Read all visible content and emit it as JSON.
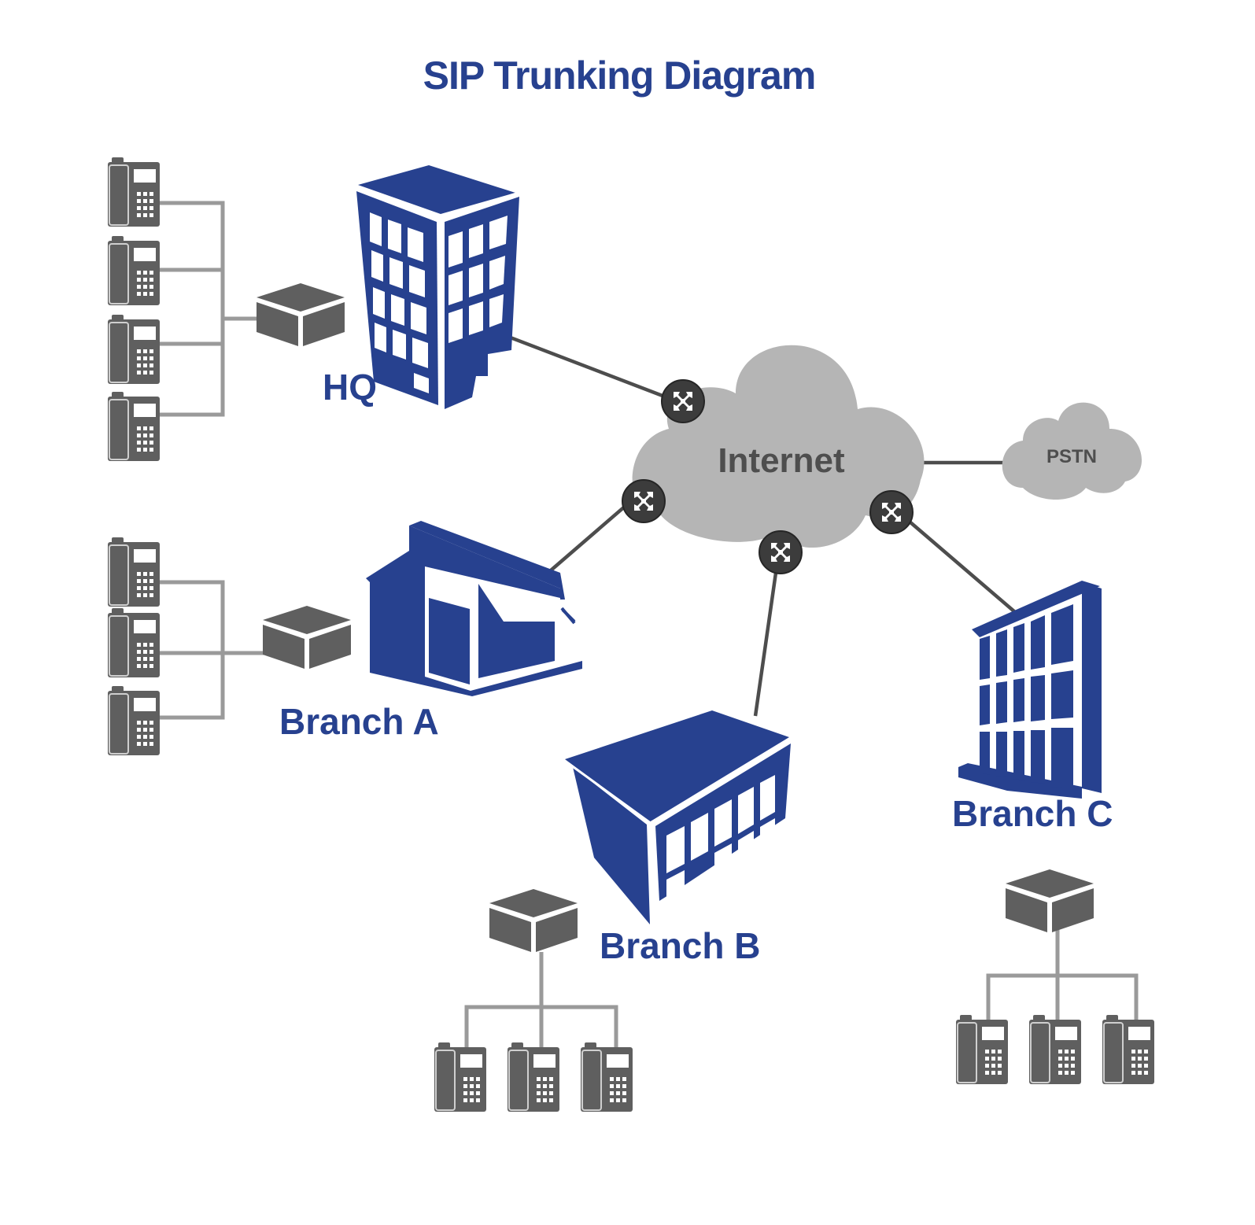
{
  "title": "SIP Trunking Diagram",
  "colors": {
    "brand_blue": "#27418f",
    "device_gray": "#5f5f5f",
    "wire_gray": "#9a9a9a",
    "cloud_gray": "#b5b5b5",
    "router_dark": "#3c3c3c"
  },
  "clouds": {
    "internet": {
      "label": "Internet",
      "icon": "cloud-icon"
    },
    "pstn": {
      "label": "PSTN",
      "icon": "cloud-icon"
    }
  },
  "sites": [
    {
      "id": "hq",
      "label": "HQ",
      "icon": "office-tower-icon",
      "phones": 4,
      "pbx": "pbx-box-icon"
    },
    {
      "id": "branch-a",
      "label": "Branch A",
      "icon": "storefront-icon",
      "phones": 3,
      "pbx": "pbx-box-icon"
    },
    {
      "id": "branch-b",
      "label": "Branch B",
      "icon": "office-block-icon",
      "phones": 3,
      "pbx": "pbx-box-icon"
    },
    {
      "id": "branch-c",
      "label": "Branch C",
      "icon": "office-building-icon",
      "phones": 3,
      "pbx": "pbx-box-icon"
    }
  ],
  "connections": [
    {
      "from": "HQ",
      "to": "Internet",
      "via": "router-icon"
    },
    {
      "from": "Branch A",
      "to": "Internet",
      "via": "router-icon"
    },
    {
      "from": "Branch B",
      "to": "Internet",
      "via": "router-icon"
    },
    {
      "from": "Branch C",
      "to": "Internet",
      "via": "router-icon"
    },
    {
      "from": "Internet",
      "to": "PSTN",
      "via": ""
    }
  ]
}
